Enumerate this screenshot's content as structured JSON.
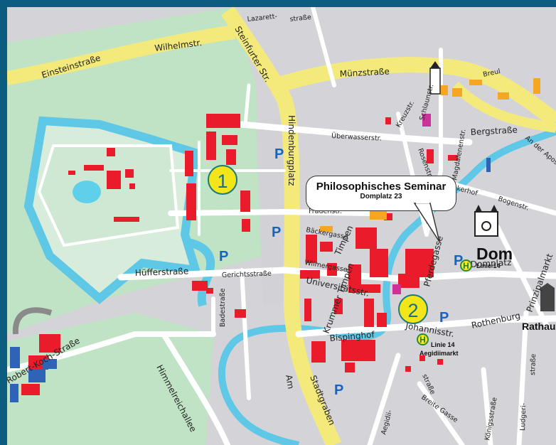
{
  "map": {
    "callout": {
      "title": "Philosophisches Seminar",
      "subtitle": "Domplatz 23"
    },
    "markers": [
      {
        "label": "1"
      },
      {
        "label": "2"
      }
    ],
    "parking_label": "P",
    "bus_stops": [
      {
        "symbol": "H",
        "line": "Linie 14",
        "name": ""
      },
      {
        "symbol": "H",
        "line": "Linie 14",
        "name": "Aegidiimarkt"
      }
    ],
    "landmarks": {
      "dom": "Dom",
      "rathaus": "Rathaus"
    },
    "streets": {
      "einstein": "Einsteinstraße",
      "wilhelm": "Wilhelmstr.",
      "lazarett1": "Lazarett-",
      "lazarett2": "straße",
      "steinfurter": "Steinfurter Str.",
      "muenz": "Münzstraße",
      "breul": "Breul",
      "ueberwasser": "Überwasserstr.",
      "kreuz": "Kreuzstr.",
      "bergstr": "Bergstraße",
      "anderapostel": "An der Apostel-kirche",
      "hindenburg": "Hindenburgplatz",
      "frauen": "Frauenstr.",
      "magdalenen": "Magdalenenstr.",
      "spiekerhof": "Spiekerhof",
      "bogen": "Bogenstr.",
      "baecker": "Bäckergasse",
      "timpen": "Timpen",
      "wilmer": "Wilmergasse",
      "huffer": "Hüfferstraße",
      "gerichts": "Gerichtsstraße",
      "universitaet": "Universitätsstr.",
      "krumme": "Krummer Timpen",
      "bispinghof": "Bispinghof",
      "johannis": "Johannisstr.",
      "rothenburg": "Rothenburg",
      "domplatz": "Domplatz",
      "prinzipal": "Prinzipalmarkt",
      "badestr": "Badestraße",
      "robertkoch": "Robert-Koch-Straße",
      "himmelreich": "Himmelreichallee",
      "am": "Am",
      "stadtgraben": "Stadtgraben",
      "aegidii": "Aegidii-",
      "aegstr": "straße",
      "breitegasse": "Breite Gasse",
      "koenigs": "Königsstraße",
      "ludgeri": "Ludgeri-",
      "ludstr": "straße",
      "pferdegasse": "Pferdegasse",
      "rosenstr": "Rosenstr.",
      "schlaun": "Schlaunstr."
    }
  }
}
